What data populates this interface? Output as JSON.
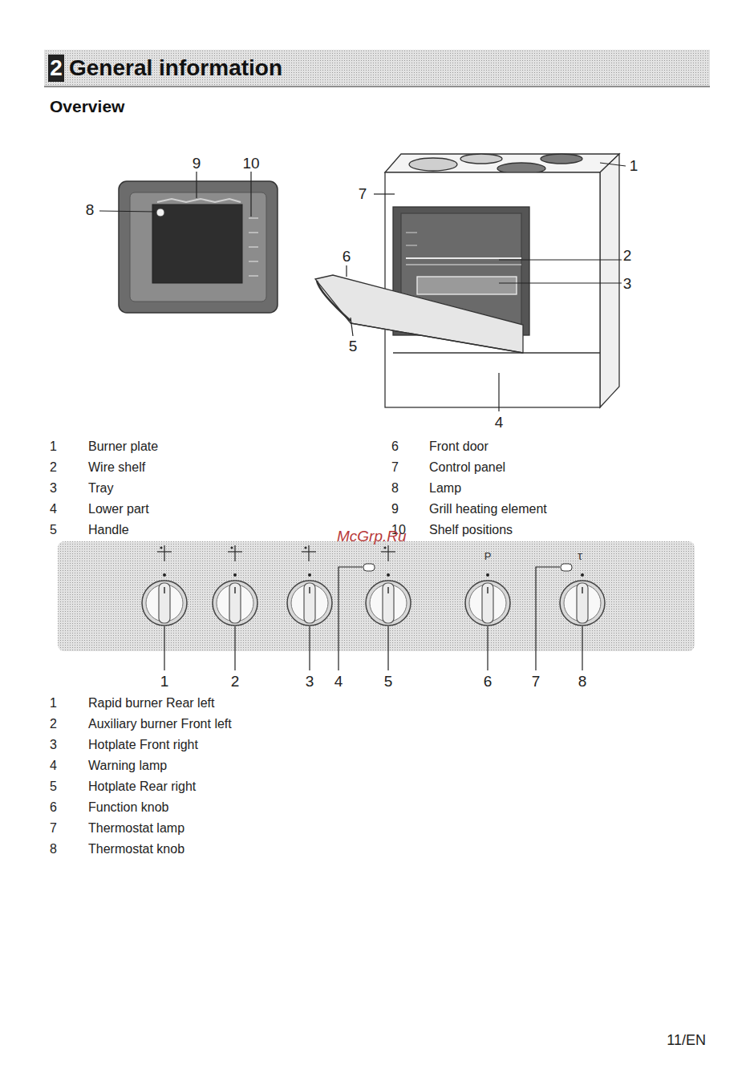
{
  "diagram": {
    "title": "General information",
    "nodes": [
      {
        "text": [
          "2"
        ]
      }
    ],
    "labels": [
      "Overview",
      "9",
      "10",
      "8",
      "7",
      "1",
      "6",
      "2",
      "3",
      "5",
      "4",
      "1",
      "Burner plate",
      "6",
      "Front door",
      "2",
      "Wire shelf",
      "7",
      "Control panel",
      "3",
      "Tray",
      "8",
      "Lamp",
      "4",
      "Lower part",
      "9",
      "Grill heating element",
      "5",
      "Handle",
      "10",
      "Shelf positions",
      "McGrp.Ru",
      "P",
      "τ",
      "1",
      "2",
      "3",
      "4",
      "5",
      "6",
      "7",
      "8",
      "1",
      "Rapid burner Rear left",
      "2",
      "Auxiliary burner Front left",
      "3",
      "Hotplate Front right",
      "4",
      "Warning lamp",
      "5",
      "Hotplate Rear right",
      "6",
      "Function knob",
      "7",
      "Thermostat lamp",
      "8",
      "Thermostat knob",
      "11/EN"
    ]
  }
}
